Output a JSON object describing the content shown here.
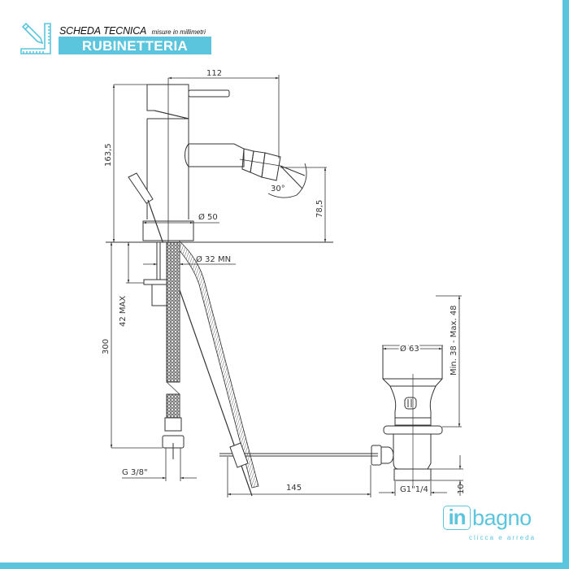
{
  "header": {
    "title": "SCHEDA TECNICA",
    "subtitle": "misure in millimetri",
    "category": "RUBINETTERIA",
    "icon": "ruler-pencil-icon"
  },
  "colors": {
    "accent": "#5bc5de",
    "line": "#333333",
    "background": "#ffffff"
  },
  "dimensions": {
    "spout_reach": "112",
    "total_height": "163,5",
    "spout_height": "78,5",
    "spout_angle": "30°",
    "base_diameter": "Ø 50",
    "hole_diameter": "Ø 32 MN",
    "max_deck_thickness": "42 MAX",
    "hose_length": "300",
    "hose_connection": "G 3/8\"",
    "rod_length": "145",
    "waste_diameter": "Ø 63",
    "waste_range": "Min. 38 - Max. 48",
    "waste_thread": "G1\"1/4",
    "thread_height": "10"
  },
  "brand": {
    "logo_mark": "in",
    "name": "bagno",
    "tagline": "clicca e arreda"
  }
}
